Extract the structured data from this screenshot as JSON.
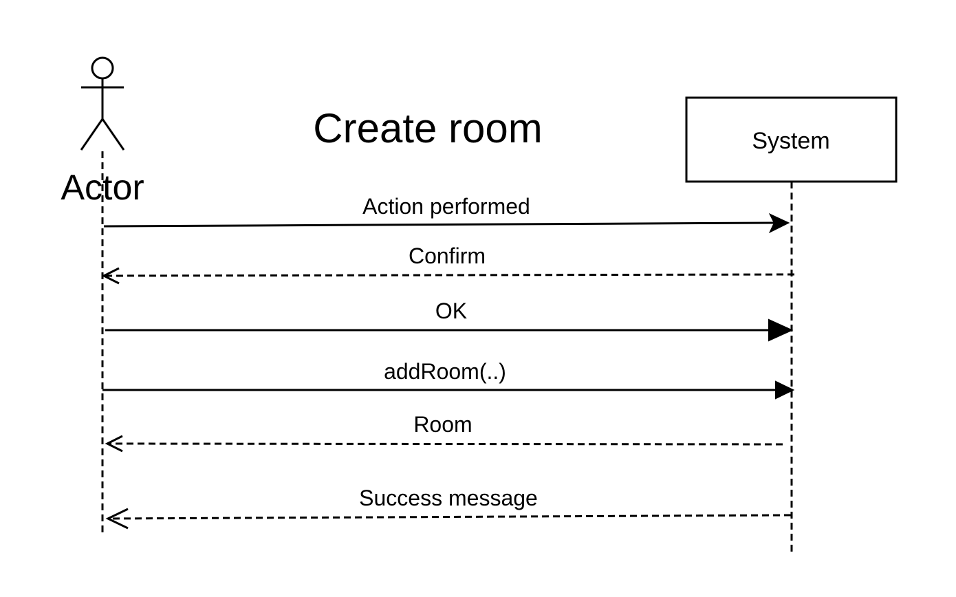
{
  "title": "Create room",
  "actor": {
    "name": "Actor"
  },
  "system": {
    "name": "System"
  },
  "messages": [
    {
      "label": "Action performed",
      "direction": "actor-to-system",
      "style": "solid",
      "arrowhead": "open-filled"
    },
    {
      "label": "Confirm",
      "direction": "system-to-actor",
      "style": "dashed",
      "arrowhead": "open"
    },
    {
      "label": "OK",
      "direction": "actor-to-system",
      "style": "solid",
      "arrowhead": "filled"
    },
    {
      "label": "addRoom(..)",
      "direction": "actor-to-system",
      "style": "solid",
      "arrowhead": "filled"
    },
    {
      "label": "Room",
      "direction": "system-to-actor",
      "style": "dashed",
      "arrowhead": "open"
    },
    {
      "label": "Success message",
      "direction": "system-to-actor",
      "style": "dashed",
      "arrowhead": "open"
    }
  ]
}
